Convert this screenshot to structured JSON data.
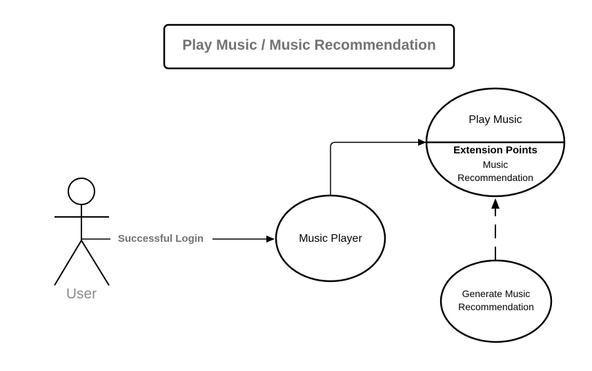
{
  "title": "Play Music / Music Recommendation",
  "actor": {
    "label": "User"
  },
  "edges": {
    "login_label": "Successful Login"
  },
  "nodes": {
    "music_player": "Music Player",
    "play_music": {
      "name": "Play Music",
      "extension_title": "Extension Points",
      "extension_line1": "Music",
      "extension_line2": "Recommendation"
    },
    "generate": {
      "line1": "Generate Music",
      "line2": "Recommendation"
    }
  }
}
